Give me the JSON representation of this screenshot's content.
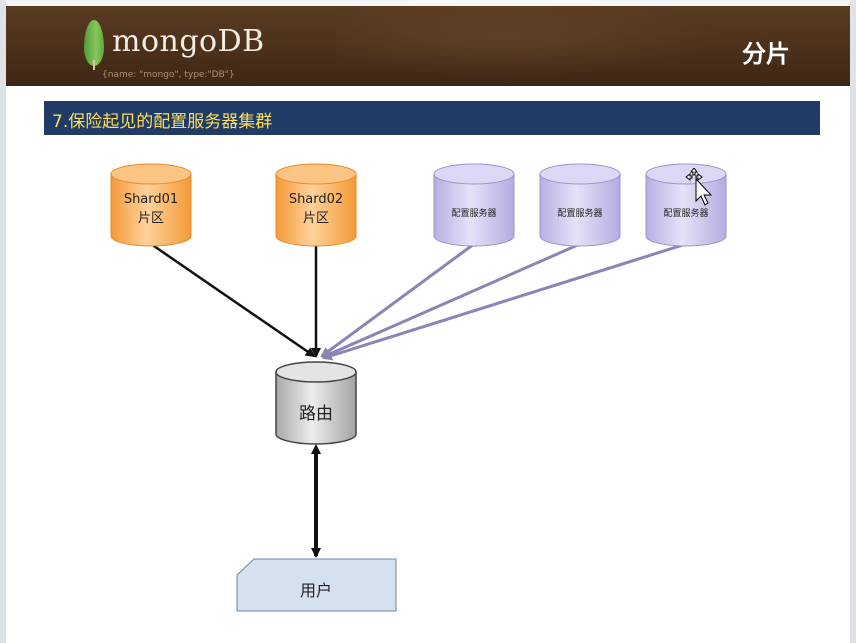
{
  "header": {
    "logo_text": "mongoDB",
    "logo_subtitle": "{name: \"mongo\", type:\"DB\"}",
    "title": "分片"
  },
  "section": {
    "title": "7.保险起见的配置服务器集群"
  },
  "nodes": {
    "shard1": {
      "line1": "Shard01",
      "line2": "片区"
    },
    "shard2": {
      "line1": "Shard02",
      "line2": "片区"
    },
    "config1": {
      "label": "配置服务器"
    },
    "config2": {
      "label": "配置服务器"
    },
    "config3": {
      "label": "配置服务器"
    },
    "router": {
      "label": "路由"
    },
    "user": {
      "label": "用户"
    }
  },
  "colors": {
    "header_bg": "#4a2f1a",
    "section_bar": "#1f3b66",
    "section_text": "#ffde5a",
    "shard_fill": "#f8b05c",
    "config_fill": "#cfc8ee",
    "router_fill": "#c9c9c9",
    "user_fill": "#d6e1ef",
    "arrow_black": "#111111",
    "arrow_purple": "#8c84b4"
  }
}
